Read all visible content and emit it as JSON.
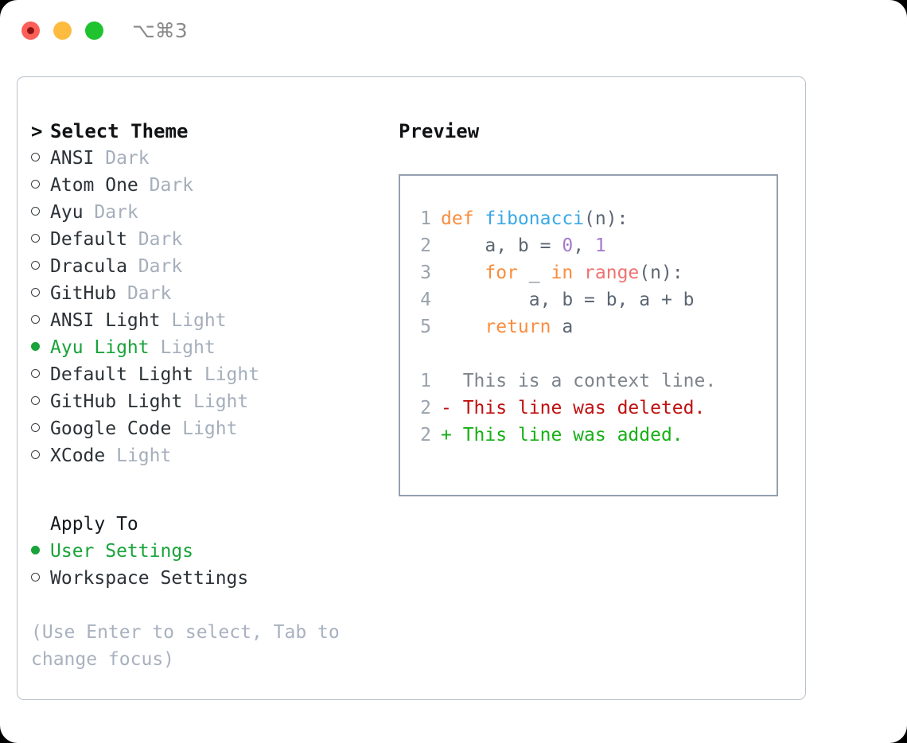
{
  "titlebar": {
    "shortcut": "⌥⌘3",
    "buttons": {
      "close": "close",
      "minimize": "minimize",
      "maximize": "maximize"
    }
  },
  "theme_picker": {
    "header": {
      "caret": ">",
      "title": "Select Theme"
    },
    "marker_unselected": "○",
    "marker_selected": "●",
    "items": [
      {
        "name": "ANSI",
        "variant": "Dark",
        "selected": false
      },
      {
        "name": "Atom One",
        "variant": "Dark",
        "selected": false
      },
      {
        "name": "Ayu",
        "variant": "Dark",
        "selected": false
      },
      {
        "name": "Default",
        "variant": "Dark",
        "selected": false
      },
      {
        "name": "Dracula",
        "variant": "Dark",
        "selected": false
      },
      {
        "name": "GitHub",
        "variant": "Dark",
        "selected": false
      },
      {
        "name": "ANSI Light",
        "variant": "Light",
        "selected": false
      },
      {
        "name": "Ayu Light",
        "variant": "Light",
        "selected": true
      },
      {
        "name": "Default Light",
        "variant": "Light",
        "selected": false
      },
      {
        "name": "GitHub Light",
        "variant": "Light",
        "selected": false
      },
      {
        "name": "Google Code",
        "variant": "Light",
        "selected": false
      },
      {
        "name": "XCode",
        "variant": "Light",
        "selected": false
      }
    ]
  },
  "apply_to": {
    "title": "Apply To",
    "options": [
      {
        "label": "User Settings",
        "selected": true
      },
      {
        "label": "Workspace Settings",
        "selected": false
      }
    ]
  },
  "hint": "(Use Enter to select, Tab to change focus)",
  "preview": {
    "title": "Preview",
    "code_lines": [
      {
        "number": "1",
        "tokens": [
          {
            "text": "def ",
            "type": "kw"
          },
          {
            "text": "fibonacci",
            "type": "fn"
          },
          {
            "text": "(n):",
            "type": "pln"
          }
        ]
      },
      {
        "number": "2",
        "tokens": [
          {
            "text": "    a, b = ",
            "type": "pln"
          },
          {
            "text": "0",
            "type": "num"
          },
          {
            "text": ", ",
            "type": "pln"
          },
          {
            "text": "1",
            "type": "num"
          }
        ]
      },
      {
        "number": "3",
        "tokens": [
          {
            "text": "    ",
            "type": "pln"
          },
          {
            "text": "for",
            "type": "kw"
          },
          {
            "text": " _ ",
            "type": "pln"
          },
          {
            "text": "in",
            "type": "kw"
          },
          {
            "text": " ",
            "type": "pln"
          },
          {
            "text": "range",
            "type": "call"
          },
          {
            "text": "(n):",
            "type": "pln"
          }
        ]
      },
      {
        "number": "4",
        "tokens": [
          {
            "text": "        a, b = b, a + b",
            "type": "pln"
          }
        ]
      },
      {
        "number": "5",
        "tokens": [
          {
            "text": "    ",
            "type": "pln"
          },
          {
            "text": "return",
            "type": "kw"
          },
          {
            "text": " a",
            "type": "pln"
          }
        ]
      }
    ],
    "diff_lines": [
      {
        "number": "1",
        "prefix": "  ",
        "text": "This is a context line.",
        "kind": "ctx"
      },
      {
        "number": "2",
        "prefix": "- ",
        "text": "This line was deleted.",
        "kind": "del"
      },
      {
        "number": "2",
        "prefix": "+ ",
        "text": "This line was added.",
        "kind": "add"
      }
    ]
  },
  "colors": {
    "accent_green": "#19a33a",
    "muted": "#a5aebb",
    "keyword": "#fa8d3e",
    "function": "#3aa9e8",
    "number": "#a37acc",
    "call": "#f07171",
    "plain": "#5c6773",
    "diff_deleted": "#c01010",
    "diff_added": "#17b017",
    "panel_border": "#b9c1cc",
    "preview_border": "#93a0b0"
  }
}
